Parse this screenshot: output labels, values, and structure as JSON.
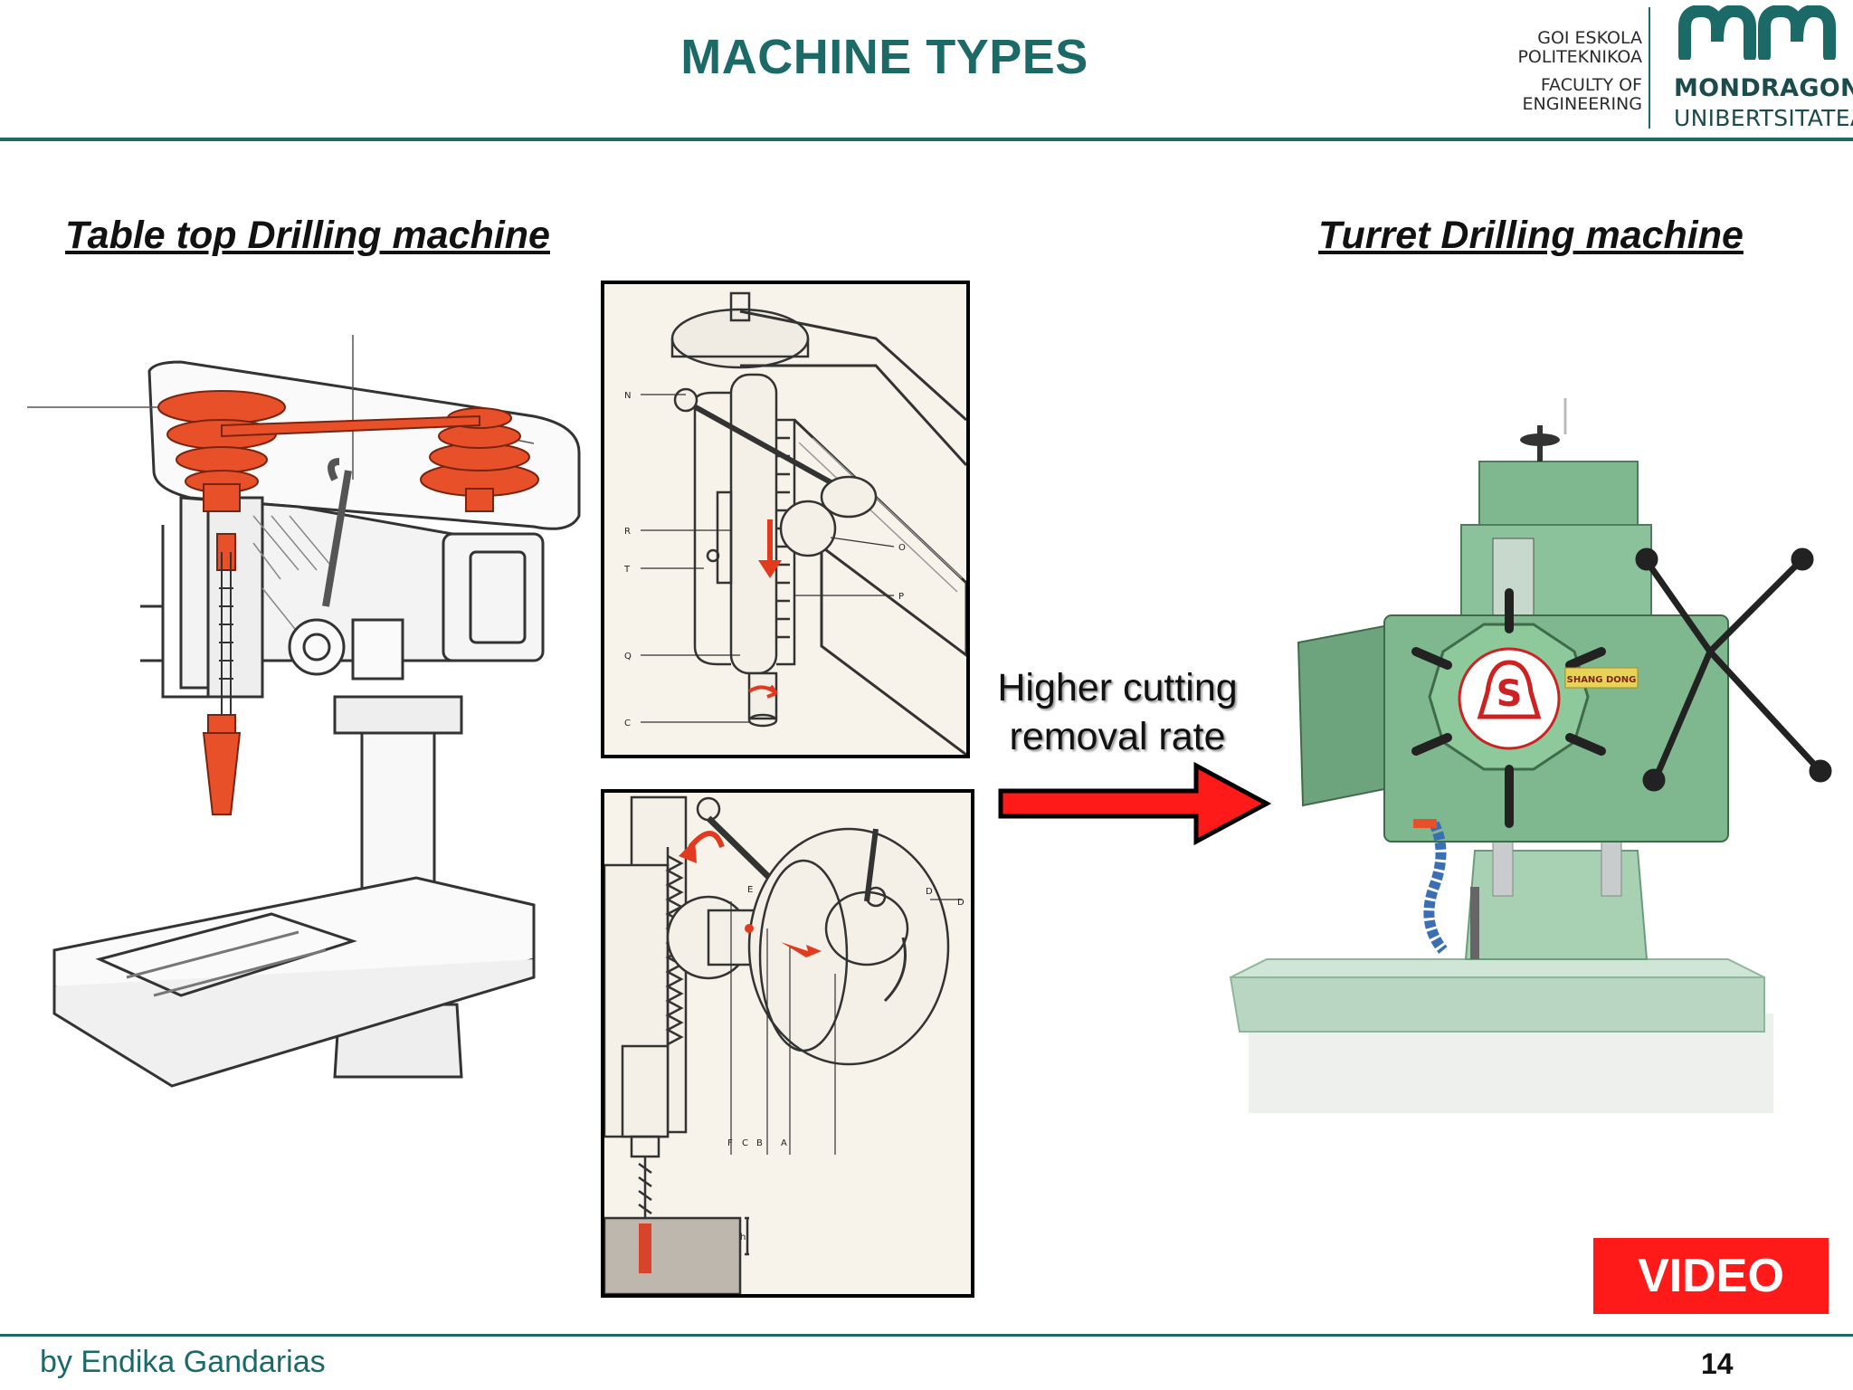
{
  "header": {
    "title": "MACHINE TYPES",
    "logo": {
      "line1": "GOI ESKOLA",
      "line2": "POLITEKNIKOA",
      "line3": "FACULTY OF",
      "line4": "ENGINEERING",
      "brand_main": "MONDRAGON",
      "brand_sub": "UNIBERTSITATEA"
    }
  },
  "left_section": {
    "title": "Table top Drilling machine"
  },
  "right_section": {
    "title": "Turret Drilling machine",
    "machine_badge": "S",
    "machine_plate": "SHANG DONG"
  },
  "diagram_top_labels": [
    "N",
    "R",
    "T",
    "Q",
    "C",
    "O",
    "P"
  ],
  "diagram_bottom_labels": [
    "E",
    "D",
    "D",
    "F",
    "C",
    "B",
    "A",
    "h"
  ],
  "arrow": {
    "line1": "Higher cutting",
    "line2": "removal rate"
  },
  "video_button": "VIDEO",
  "footer": {
    "author": "by Endika Gandarias",
    "page": "14"
  },
  "colors": {
    "accent": "#1b6a68",
    "red": "#ff1a1a",
    "machine_green": "#7fb88e",
    "drill_orange": "#e8502a"
  }
}
